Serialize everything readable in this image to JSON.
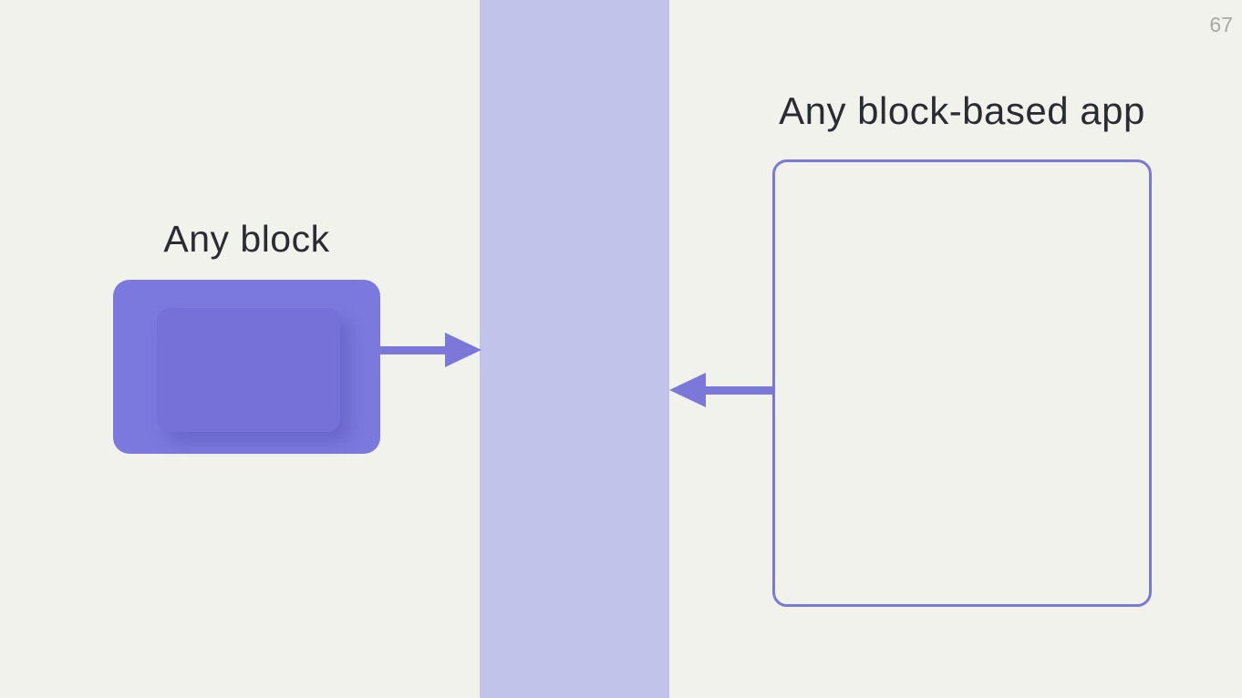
{
  "slide": {
    "page_number": "67"
  },
  "left": {
    "title": "Any block"
  },
  "right": {
    "title": "Any block-based app"
  },
  "icons": {
    "arrow_right": "arrow-right-icon",
    "arrow_left": "arrow-left-icon"
  },
  "colors": {
    "background": "#f1f2ec",
    "band": "#c2c3eb",
    "block_fill": "#7b79dd",
    "block_inner_fill": "#7571d8",
    "arrow": "#7b78d9",
    "outline_border": "#7b79d8",
    "title_text": "#2b2b33",
    "page_number_text": "#a8a8a8"
  }
}
